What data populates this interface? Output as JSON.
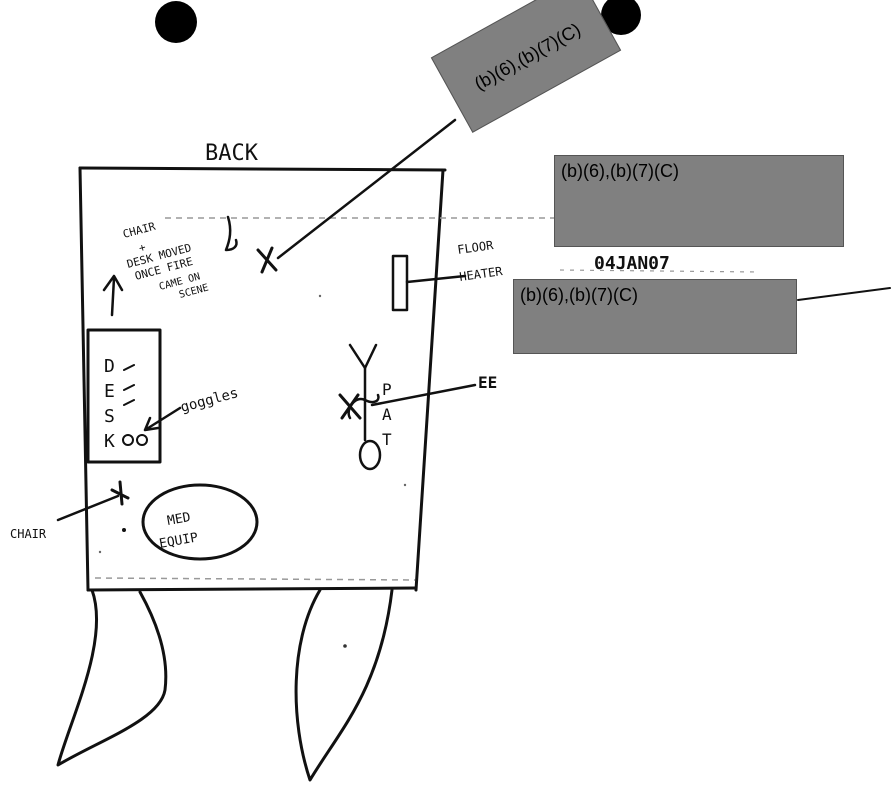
{
  "labels": {
    "back": "BACK",
    "chair_desk_note": [
      "CHAIR",
      "+",
      "DESK MOVED",
      "ONCE FIRE",
      "CAME ON",
      "SCENE"
    ],
    "floor_heater": [
      "FLOOR",
      "HEATER"
    ],
    "date": "04JAN07",
    "desk_vertical": [
      "D",
      "E",
      "S",
      "K"
    ],
    "goggles": "goggles",
    "chair": "CHAIR",
    "med_equip": [
      "MED",
      "EQUIP"
    ],
    "ee": "EE",
    "pat_vertical": [
      "P",
      "A",
      "T"
    ]
  },
  "redactions": [
    {
      "text": "(b)(6),(b)(7)(C)"
    },
    {
      "text": "(b)(6),(b)(7)(C)"
    },
    {
      "text": "(b)(6),(b)(7)(C)"
    }
  ],
  "colors": {
    "ink": "#111111",
    "redaction": "#808080",
    "paper": "#ffffff"
  }
}
